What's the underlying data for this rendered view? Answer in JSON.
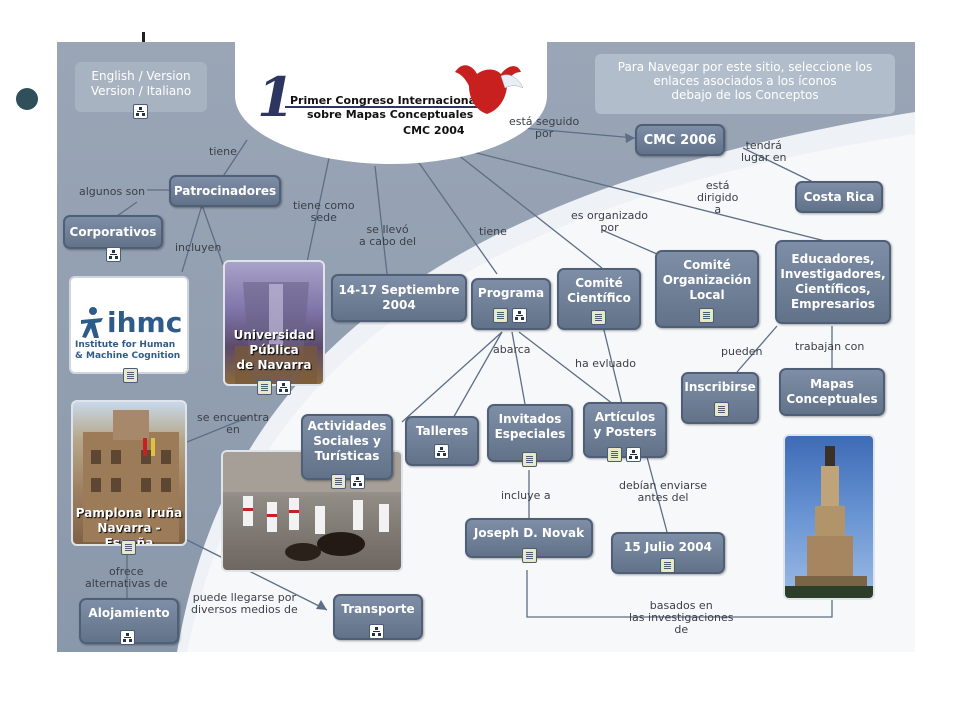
{
  "nav_instructions": [
    "Para Navegar por este sitio, seleccione los",
    "enlaces asociados a los íconos",
    "debajo de los Conceptos"
  ],
  "language_box": [
    "English / Version",
    "Version / Italiano"
  ],
  "logo": {
    "numeral": "1",
    "line1": "Primer Congreso Internacional",
    "line2": "sobre Mapas Conceptuales",
    "line3": "CMC 2004"
  },
  "ihmc": {
    "logo_text": "ihmc",
    "line1": "Institute for Human",
    "line2": "& Machine Cognition"
  },
  "concepts": {
    "patrocinadores": "Patrocinadores",
    "corporativos": "Corporativos",
    "cmc2006": "CMC 2006",
    "costa_rica": "Costa Rica",
    "septiembre": [
      "14-17 Septiembre",
      "2004"
    ],
    "programa": "Programa",
    "comite_cientifico": [
      "Comité",
      "Científico"
    ],
    "comite_local": [
      "Comité",
      "Organización",
      "Local"
    ],
    "educadores": [
      "Educadores,",
      "Investigadores,",
      "Científicos,",
      "Empresarios"
    ],
    "inscribirse": "Inscribirse",
    "mapas": [
      "Mapas",
      "Conceptuales"
    ],
    "actividades": [
      "Actividades",
      "Sociales y",
      "Turísticas"
    ],
    "talleres": "Talleres",
    "invitados": [
      "Invitados",
      "Especiales"
    ],
    "articulos": [
      "Artículos",
      "y Posters"
    ],
    "novak": "Joseph D. Novak",
    "julio": "15  Julio 2004",
    "alojamiento": "Alojamiento",
    "transporte": "Transporte",
    "universidad": [
      "Universidad",
      "Pública",
      "de Navarra"
    ],
    "pamplona": [
      "Pamplona Iruña",
      "Navarra - España"
    ]
  },
  "links": {
    "tiene_top": "tiene",
    "algunos_son": "algunos son",
    "incluyen": "incluyen",
    "tiene_como_sede": [
      "tiene como",
      "sede"
    ],
    "se_llevo": [
      "se llevó",
      "a cabo del"
    ],
    "tiene_mid": "tiene",
    "esta_seguido": [
      "está seguido",
      "por"
    ],
    "tendra_lugar": [
      "tendrá",
      "lugar en"
    ],
    "esta_dirigido": [
      "está",
      "dirigido",
      "a"
    ],
    "es_organizado": [
      "es organizado",
      "por"
    ],
    "abarca": "abarca",
    "ha_evluado": "ha evluado",
    "pueden": "pueden",
    "trabajan_con": "trabajan con",
    "se_encuentra": [
      "se encuentra",
      "en"
    ],
    "incluye_a": "incluye a",
    "debian_enviarse": [
      "debían enviarse",
      "antes del"
    ],
    "ofrece": [
      "ofrece",
      "alternativas de"
    ],
    "puede_llegarse": [
      "puede llegarse por",
      "diversos medios de"
    ],
    "basados_en": [
      "basados en",
      "las investigaciones",
      "de"
    ]
  }
}
